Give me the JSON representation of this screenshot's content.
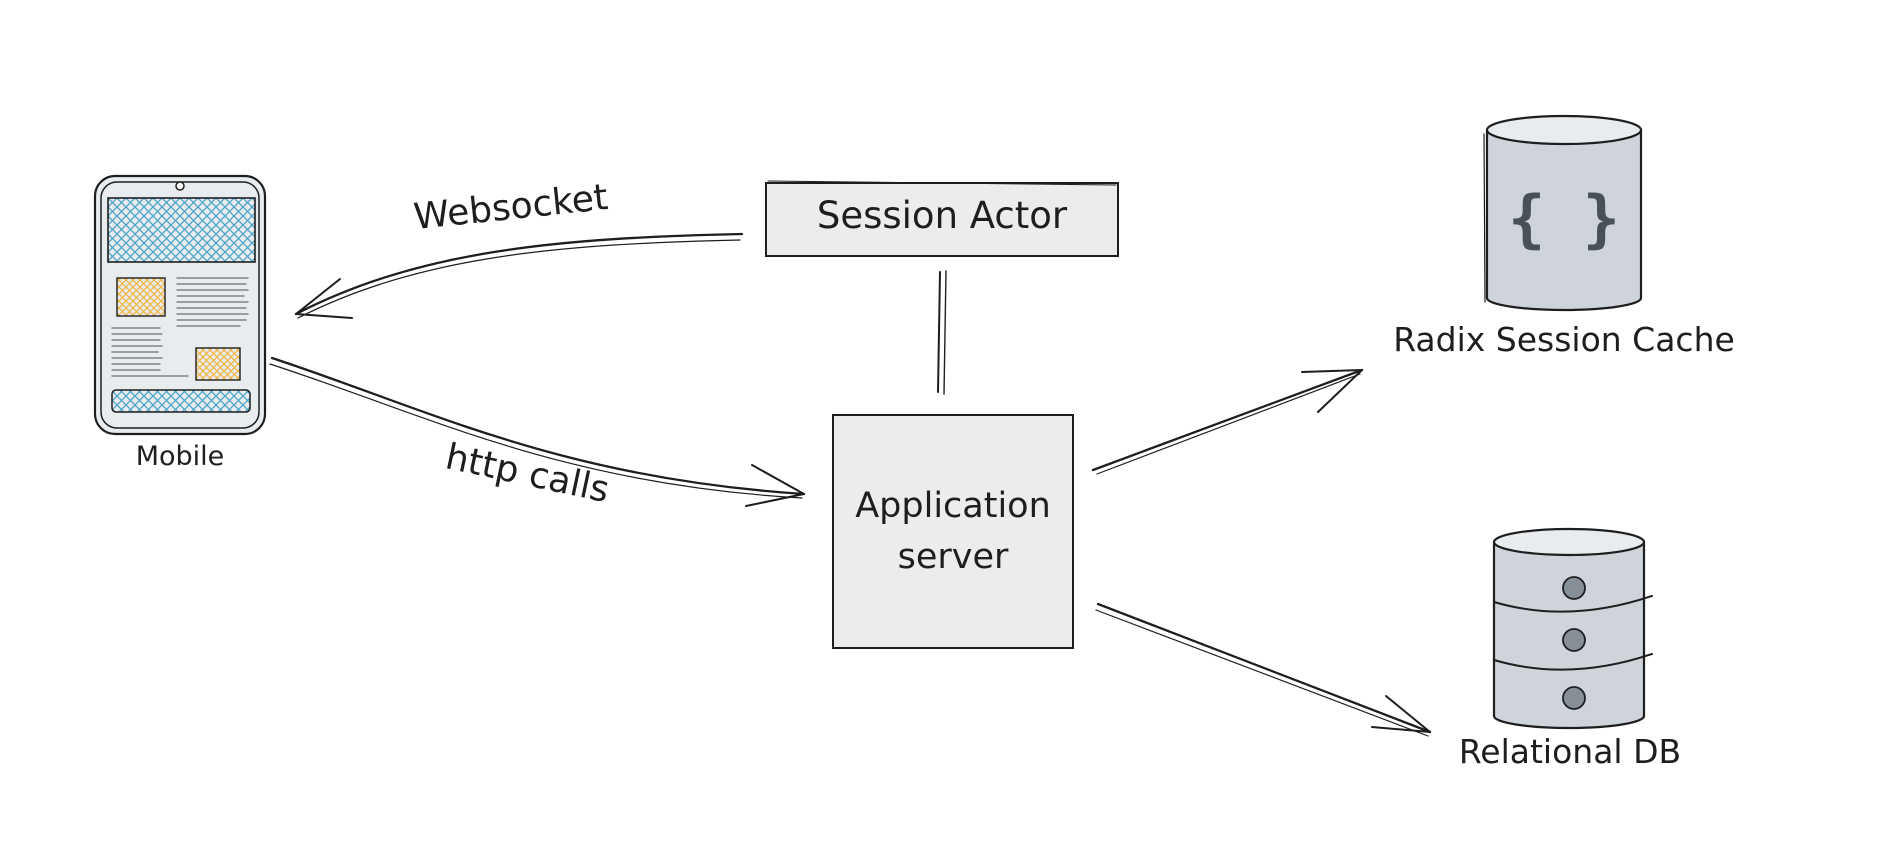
{
  "nodes": {
    "mobile": {
      "label": "Mobile"
    },
    "session_actor": {
      "label": "Session Actor"
    },
    "app_server": {
      "line1": "Application",
      "line2": "server"
    },
    "session_cache": {
      "label": "Radix Session Cache",
      "glyph": "{ }",
      "icon": "json-braces-icon"
    },
    "relational_db": {
      "label": "Relational DB",
      "icon": "database-icon"
    }
  },
  "edges": {
    "websocket": {
      "label": "Websocket"
    },
    "http": {
      "label": "http calls"
    }
  },
  "colors": {
    "stroke": "#1e1e1e",
    "box_fill": "#ececec",
    "db_fill": "#ced4da",
    "db_dot": "#868e96",
    "screen_hatch": "#4aa3c8",
    "image_hatch": "#f0b53f"
  }
}
